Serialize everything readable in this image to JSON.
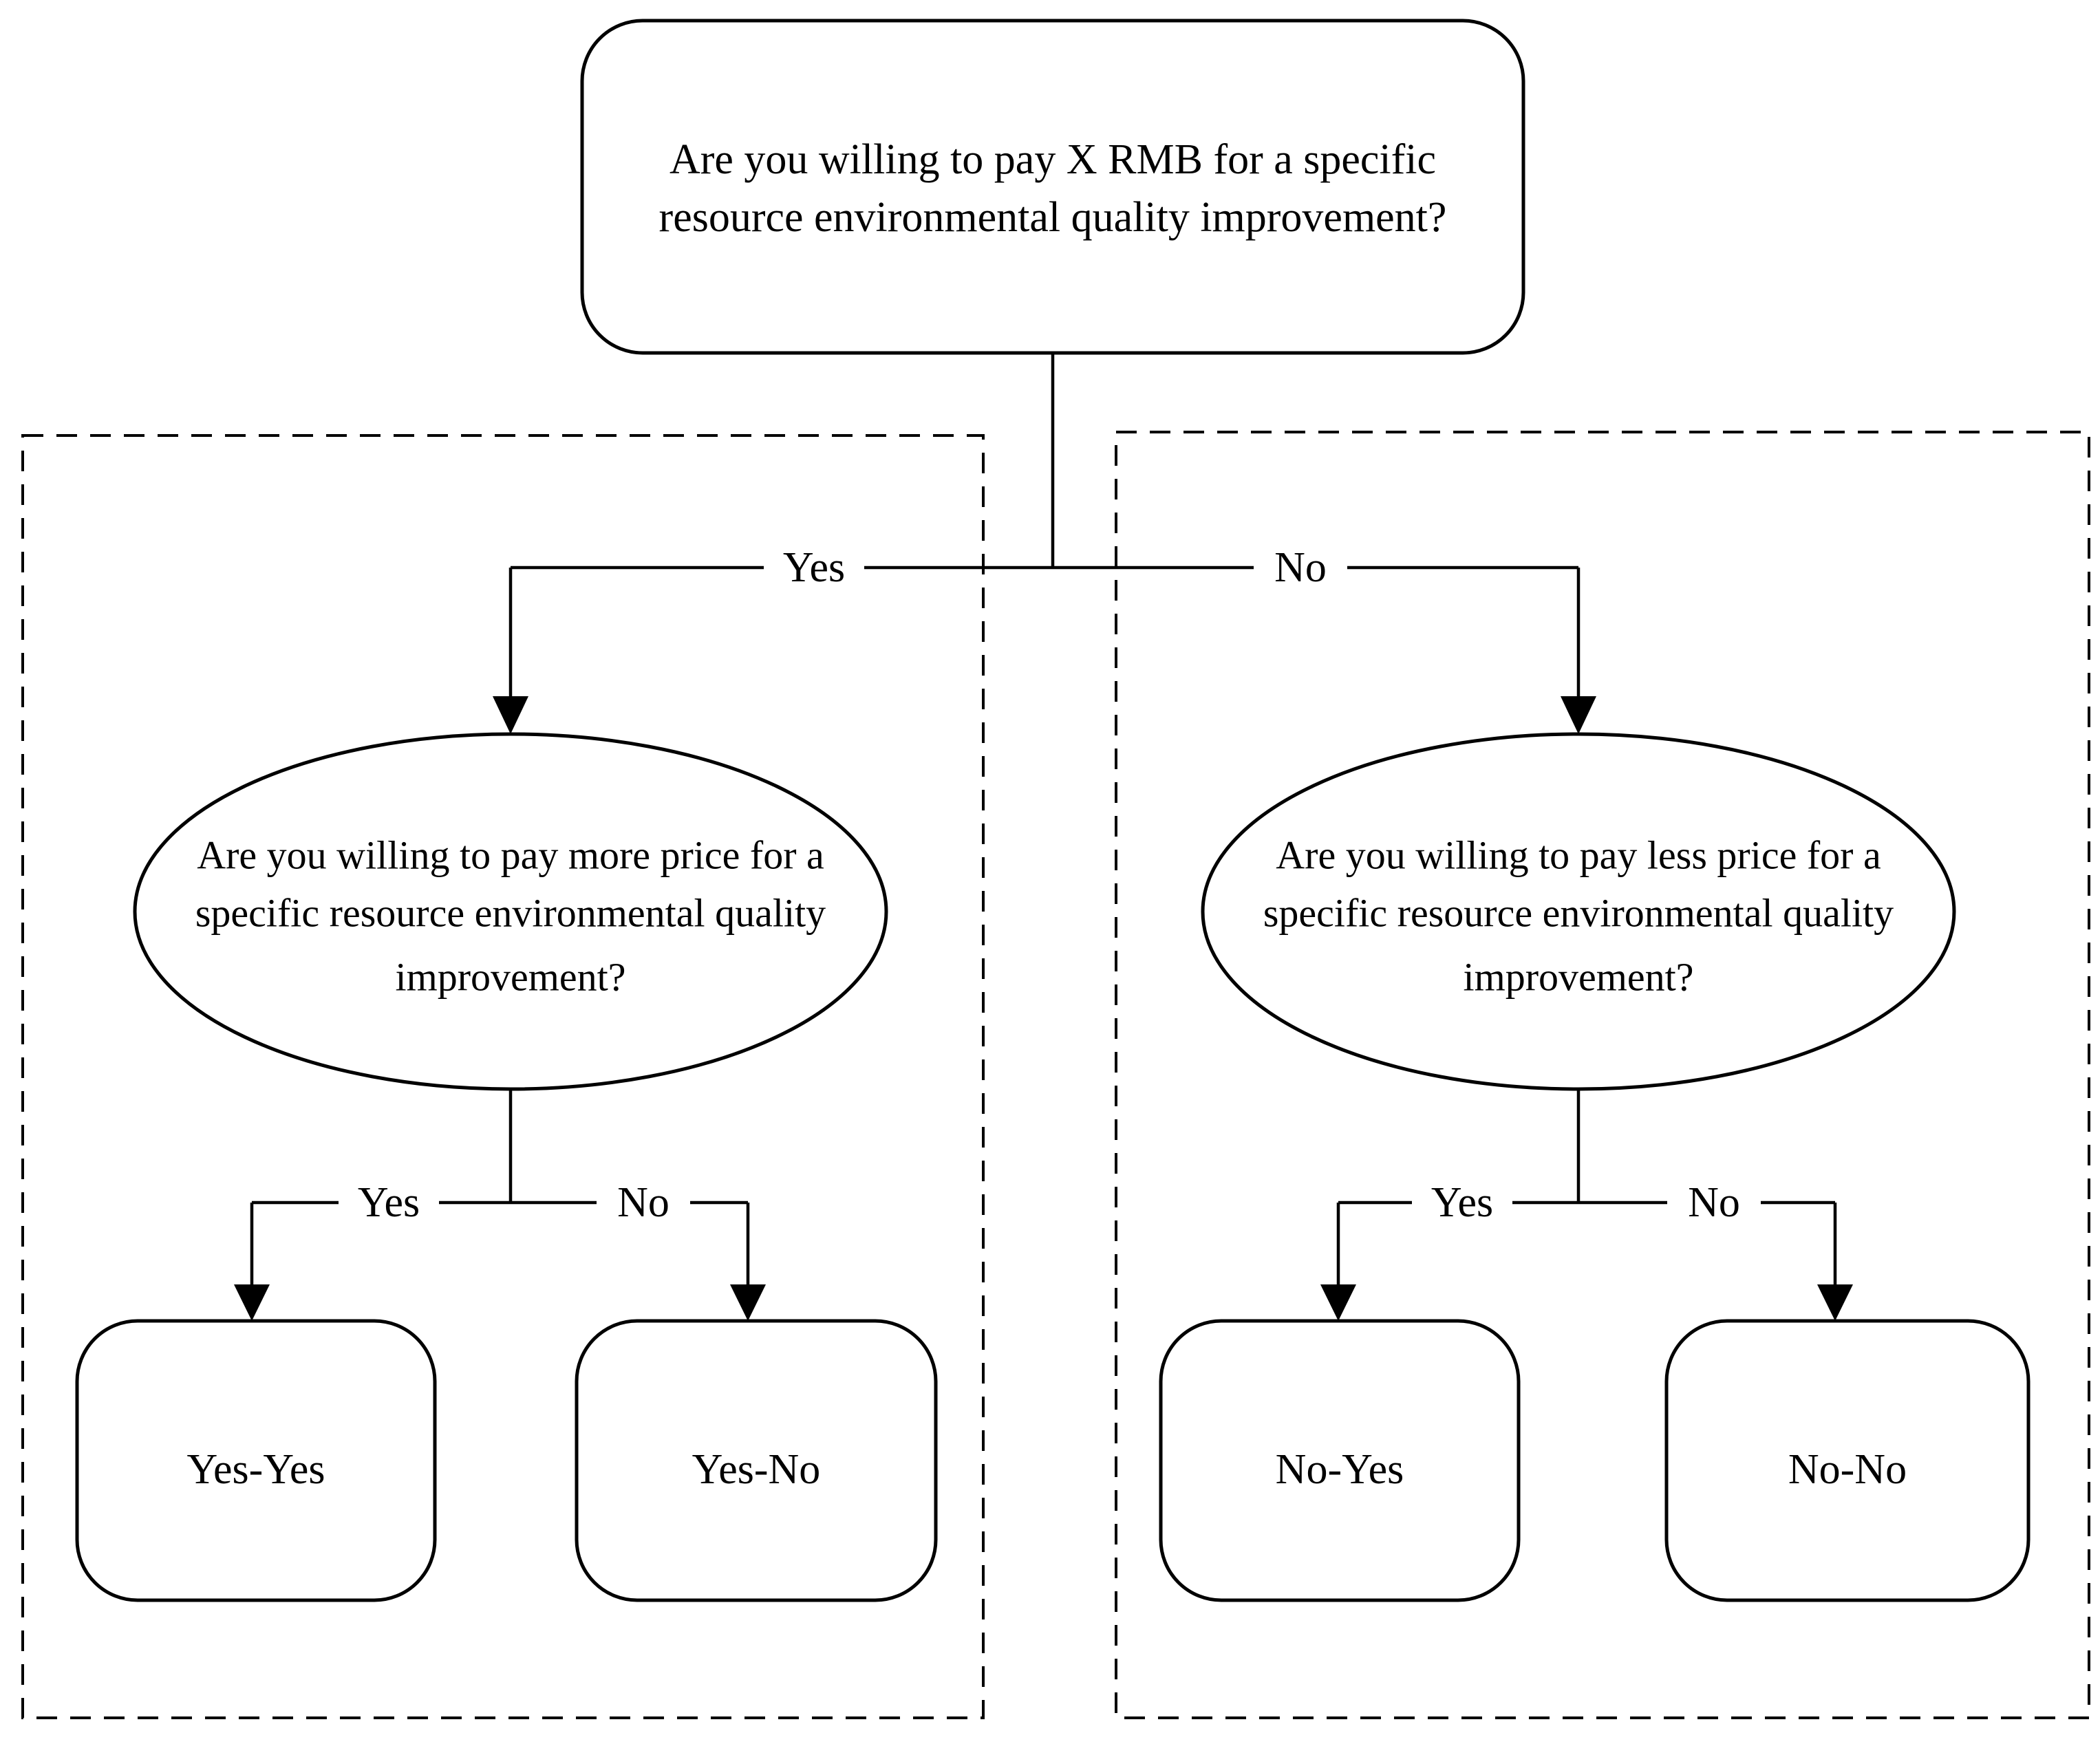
{
  "figure": {
    "background": "#ffffff",
    "stroke_color": "#000000",
    "root_question": {
      "line1": "Are you willing to pay X RMB for a specific",
      "line2": "resource environmental quality improvement?"
    },
    "top_branch": {
      "yes": "Yes",
      "no": "No"
    },
    "left_question": {
      "line1": "Are you willing to pay more price for a",
      "line2": "specific resource environmental quality",
      "line3": "improvement?"
    },
    "right_question": {
      "line1": "Are you willing to pay less price for a",
      "line2": "specific resource environmental quality",
      "line3": "improvement?"
    },
    "left_branch": {
      "yes": "Yes",
      "no": "No"
    },
    "right_branch": {
      "yes": "Yes",
      "no": "No"
    },
    "outcomes": {
      "yes_yes": "Yes-Yes",
      "yes_no": "Yes-No",
      "no_yes": "No-Yes",
      "no_no": "No-No"
    }
  }
}
